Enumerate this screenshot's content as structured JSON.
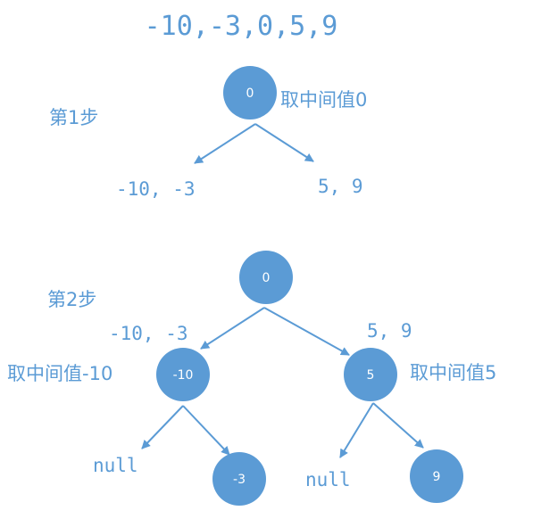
{
  "colors": {
    "text": "#5b9bd5",
    "node_fill": "#5b9bd5",
    "node_text": "#ffffff",
    "arrow": "#5b9bd5"
  },
  "title": "-10,-3,0,5,9",
  "step1": {
    "label": "第1步",
    "root": "0",
    "note": "取中间值0",
    "left_group": "-10, -3",
    "right_group": "5, 9"
  },
  "step2": {
    "label": "第2步",
    "root": "0",
    "left_group": "-10, -3",
    "right_group": "5, 9",
    "left_note": "取中间值-10",
    "right_note": "取中间值5",
    "left_node": "-10",
    "right_node": "5",
    "left_left_leaf": "null",
    "left_right_node": "-3",
    "right_left_leaf": "null",
    "right_right_node": "9"
  }
}
